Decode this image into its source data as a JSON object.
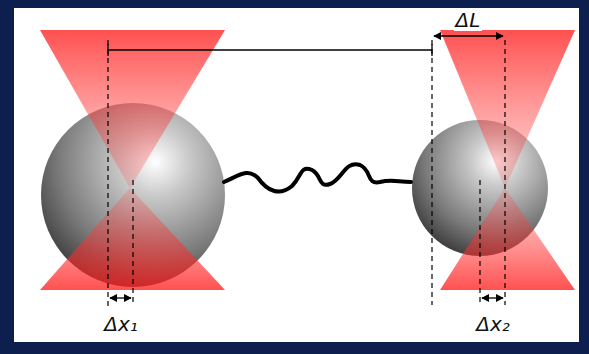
{
  "diagram": {
    "labels": [
      "ΔL",
      "Δx₁",
      "Δx₂"
    ]
  }
}
